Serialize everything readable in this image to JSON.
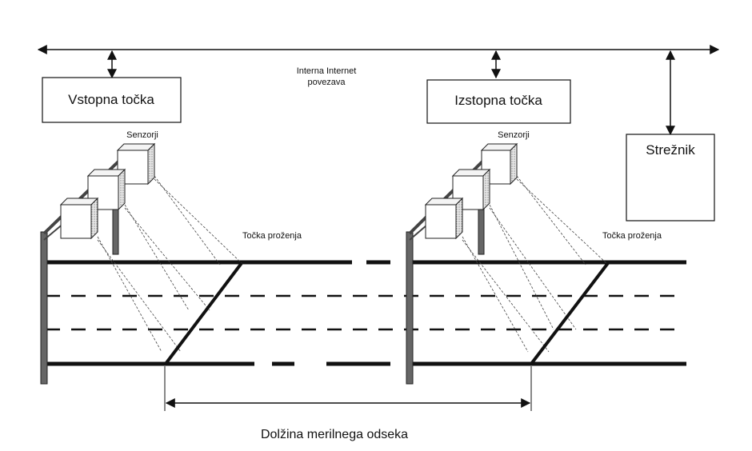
{
  "labels": {
    "internet_line1": "Interna Internet",
    "internet_line2": "povezava",
    "entry_point": "Vstopna točka",
    "exit_point": "Izstopna točka",
    "server": "Strežnik",
    "sensors_left": "Senzorji",
    "sensors_right": "Senzorji",
    "trigger_point_left": "Točka proženja",
    "trigger_point_right": "Točka proženja",
    "section_length": "Dolžina merilnega odseka"
  }
}
